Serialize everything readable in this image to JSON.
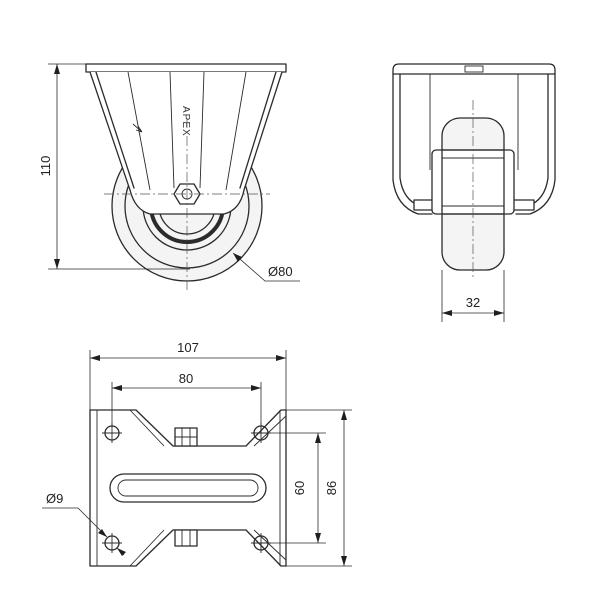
{
  "brand_text": "APEX",
  "dimensions": {
    "height": "110",
    "wheel_diameter": "Ø80",
    "wheel_width": "32",
    "plate_length": "107",
    "hole_spacing_length": "80",
    "hole_spacing_width": "60",
    "plate_width": "86",
    "hole_diameter": "Ø9"
  },
  "colors": {
    "line": "#2b2b2b",
    "background": "#ffffff"
  }
}
